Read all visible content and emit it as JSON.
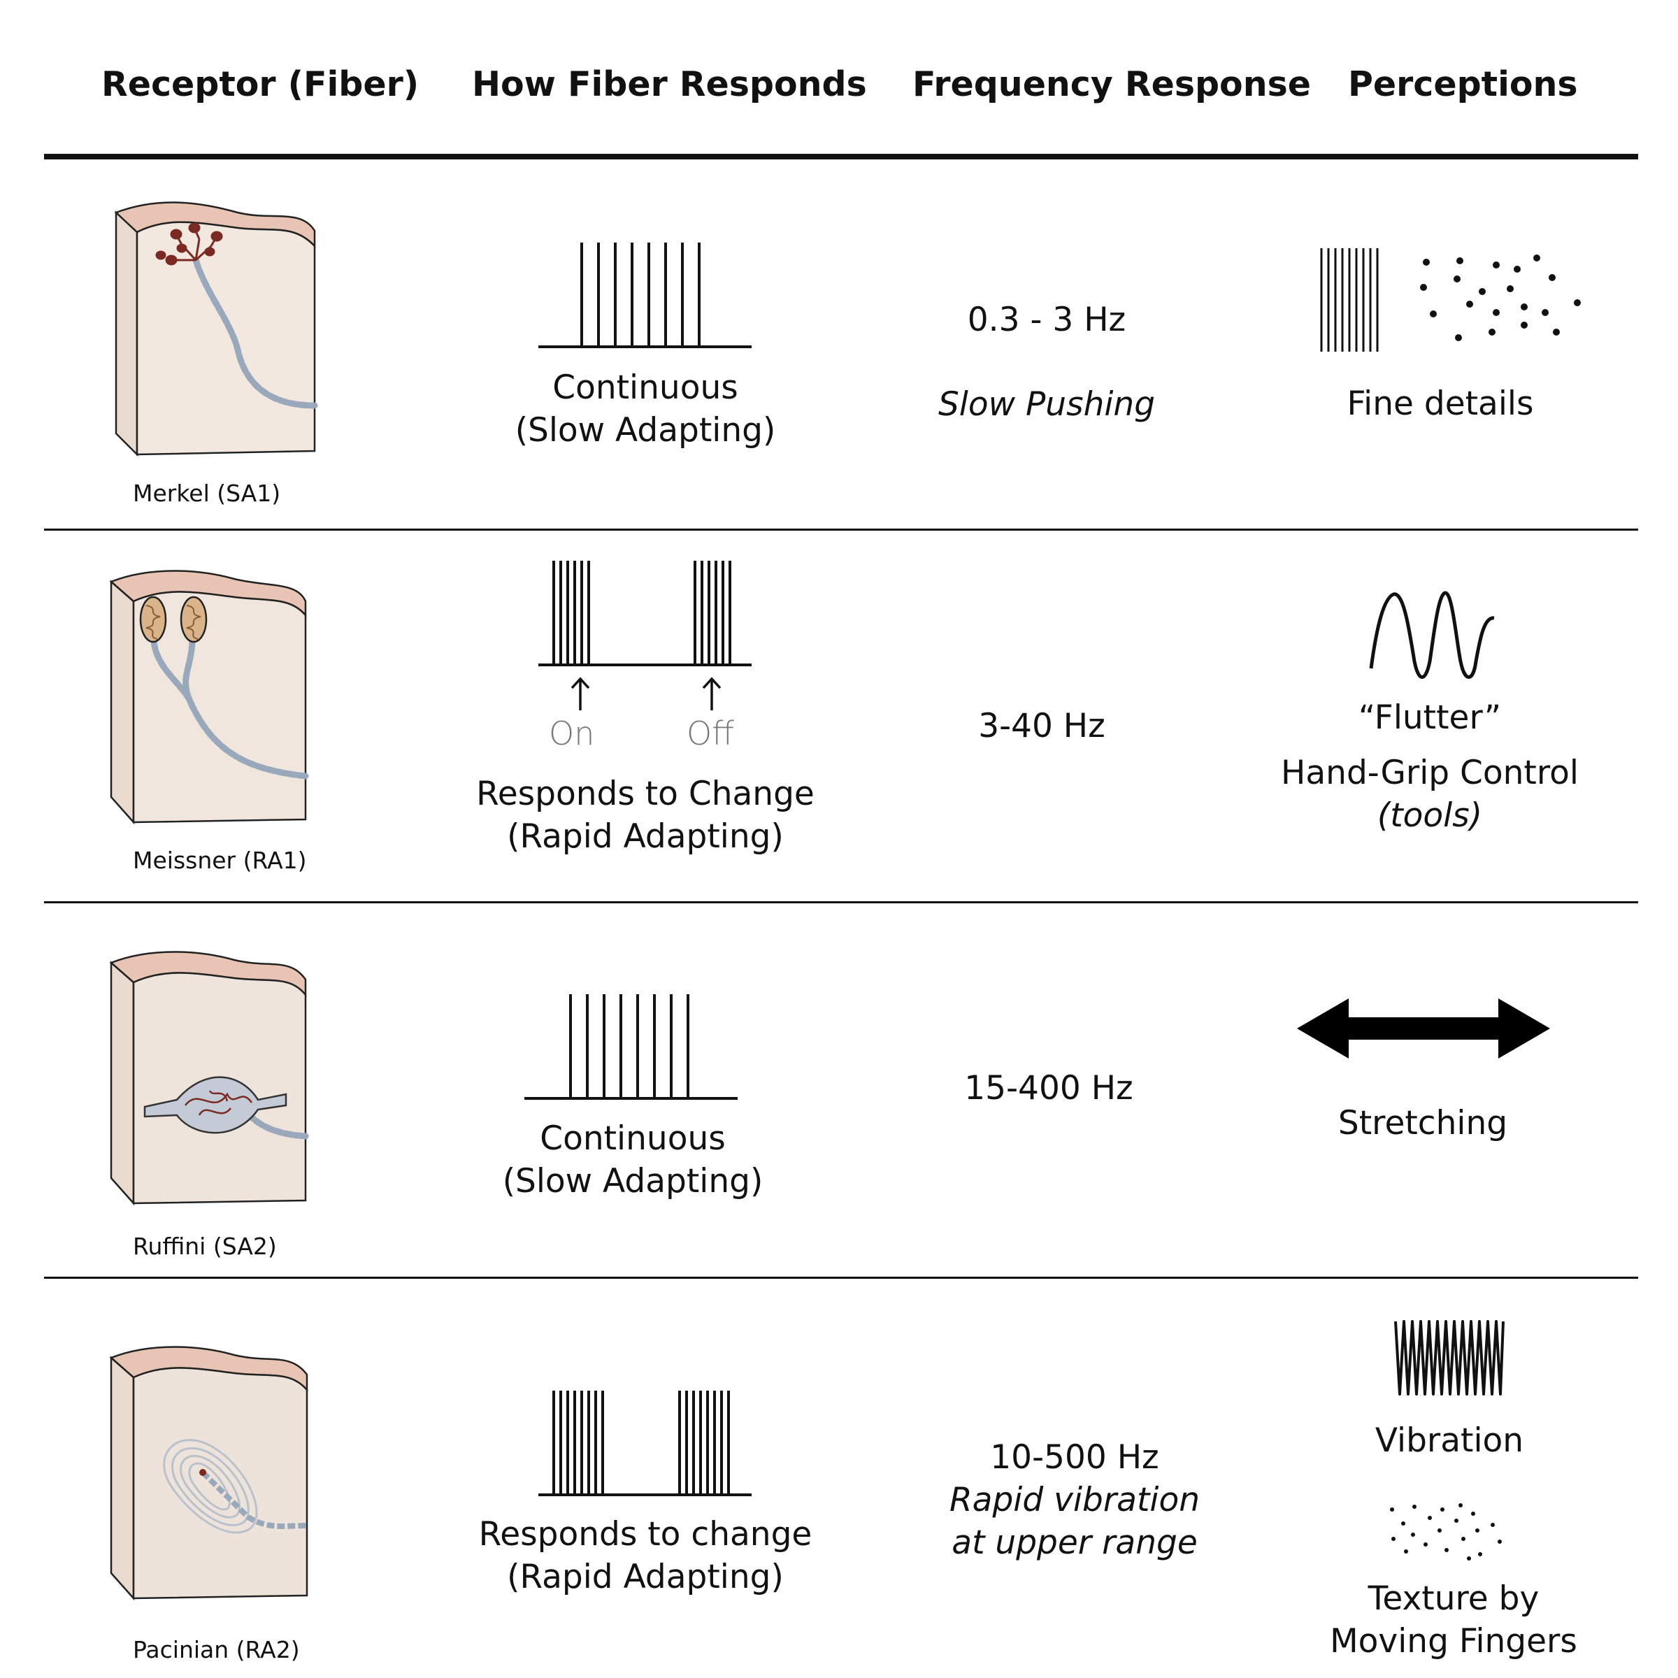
{
  "headers": {
    "receptor": "Receptor (Fiber)",
    "how": "How Fiber Responds",
    "freq": "Frequency Response",
    "perceptions": "Perceptions"
  },
  "rows": [
    {
      "receptor": "Merkel (SA1)",
      "response_line1": "Continuous",
      "response_line2": "(Slow Adapting)",
      "frequency": "0.3 - 3 Hz",
      "frequency_note": "Slow Pushing",
      "perception": "Fine details"
    },
    {
      "receptor": "Meissner (RA1)",
      "on_label": "On",
      "off_label": "Off",
      "response_line1": "Responds to Change",
      "response_line2": "(Rapid Adapting)",
      "frequency": "3-40 Hz",
      "perception_quote": "“Flutter”",
      "perception": "Hand-Grip Control",
      "perception_note": "(tools)"
    },
    {
      "receptor": "Ruffini (SA2)",
      "response_line1": "Continuous",
      "response_line2": "(Slow Adapting)",
      "frequency": "15-400 Hz",
      "perception": "Stretching"
    },
    {
      "receptor": "Pacinian (RA2)",
      "response_line1": "Responds to change",
      "response_line2": "(Rapid Adapting)",
      "frequency": "10-500 Hz",
      "frequency_note1": "Rapid vibration",
      "frequency_note2": "at upper range",
      "perception": "Vibration",
      "perception2_line1": "Texture by",
      "perception2_line2": "Moving Fingers"
    }
  ],
  "colors": {
    "skin_top": "#e8c4b4",
    "skin_front": "#f0e4da",
    "skin_side": "#eadbd0",
    "nerve": "#c9d2df",
    "merkel_disc": "#7a2a22",
    "meissner_body": "#d9b48a",
    "ruffini_capsule": "#c4cad6",
    "pacinian_lamellae": "#b9c2cc"
  }
}
